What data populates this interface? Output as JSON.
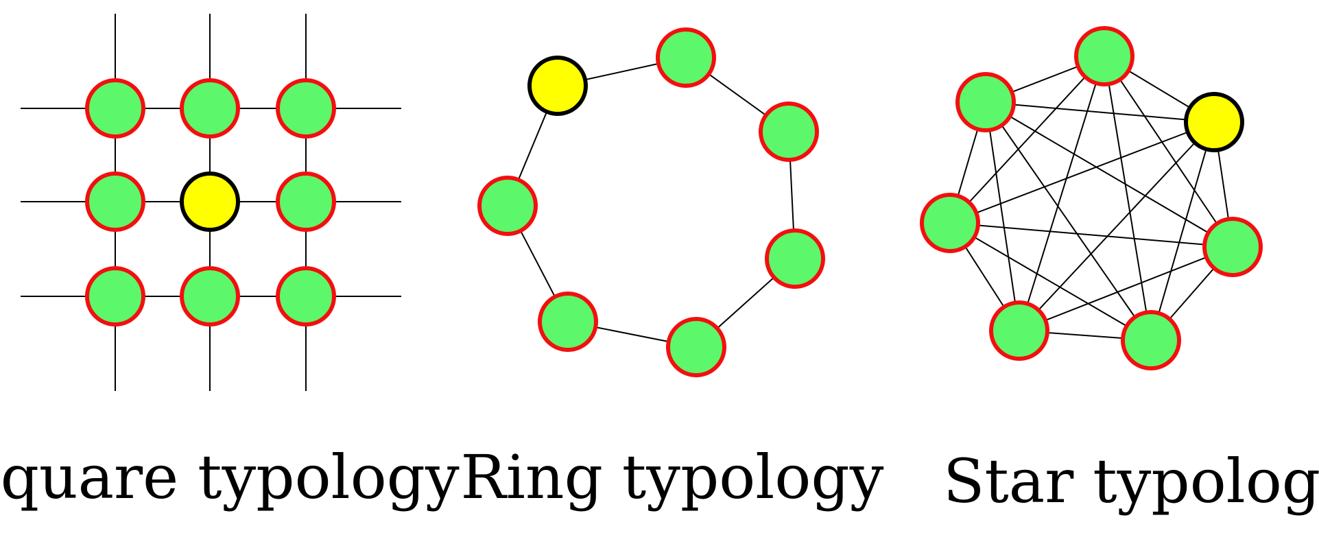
{
  "colors": {
    "node_fill": "#5cf76a",
    "node_stroke": "#f30f0f",
    "special_fill": "#ffff00",
    "special_stroke": "#000000",
    "edge": "#000000",
    "background": "#ffffff"
  },
  "topologies": [
    {
      "id": "square",
      "caption": "Square typology",
      "node_count": 9,
      "special_node": 4
    },
    {
      "id": "ring",
      "caption": "Ring typology",
      "node_count": 8,
      "special_node": 0
    },
    {
      "id": "star",
      "caption": "Star typology",
      "node_count": 7,
      "special_node": 1
    }
  ]
}
